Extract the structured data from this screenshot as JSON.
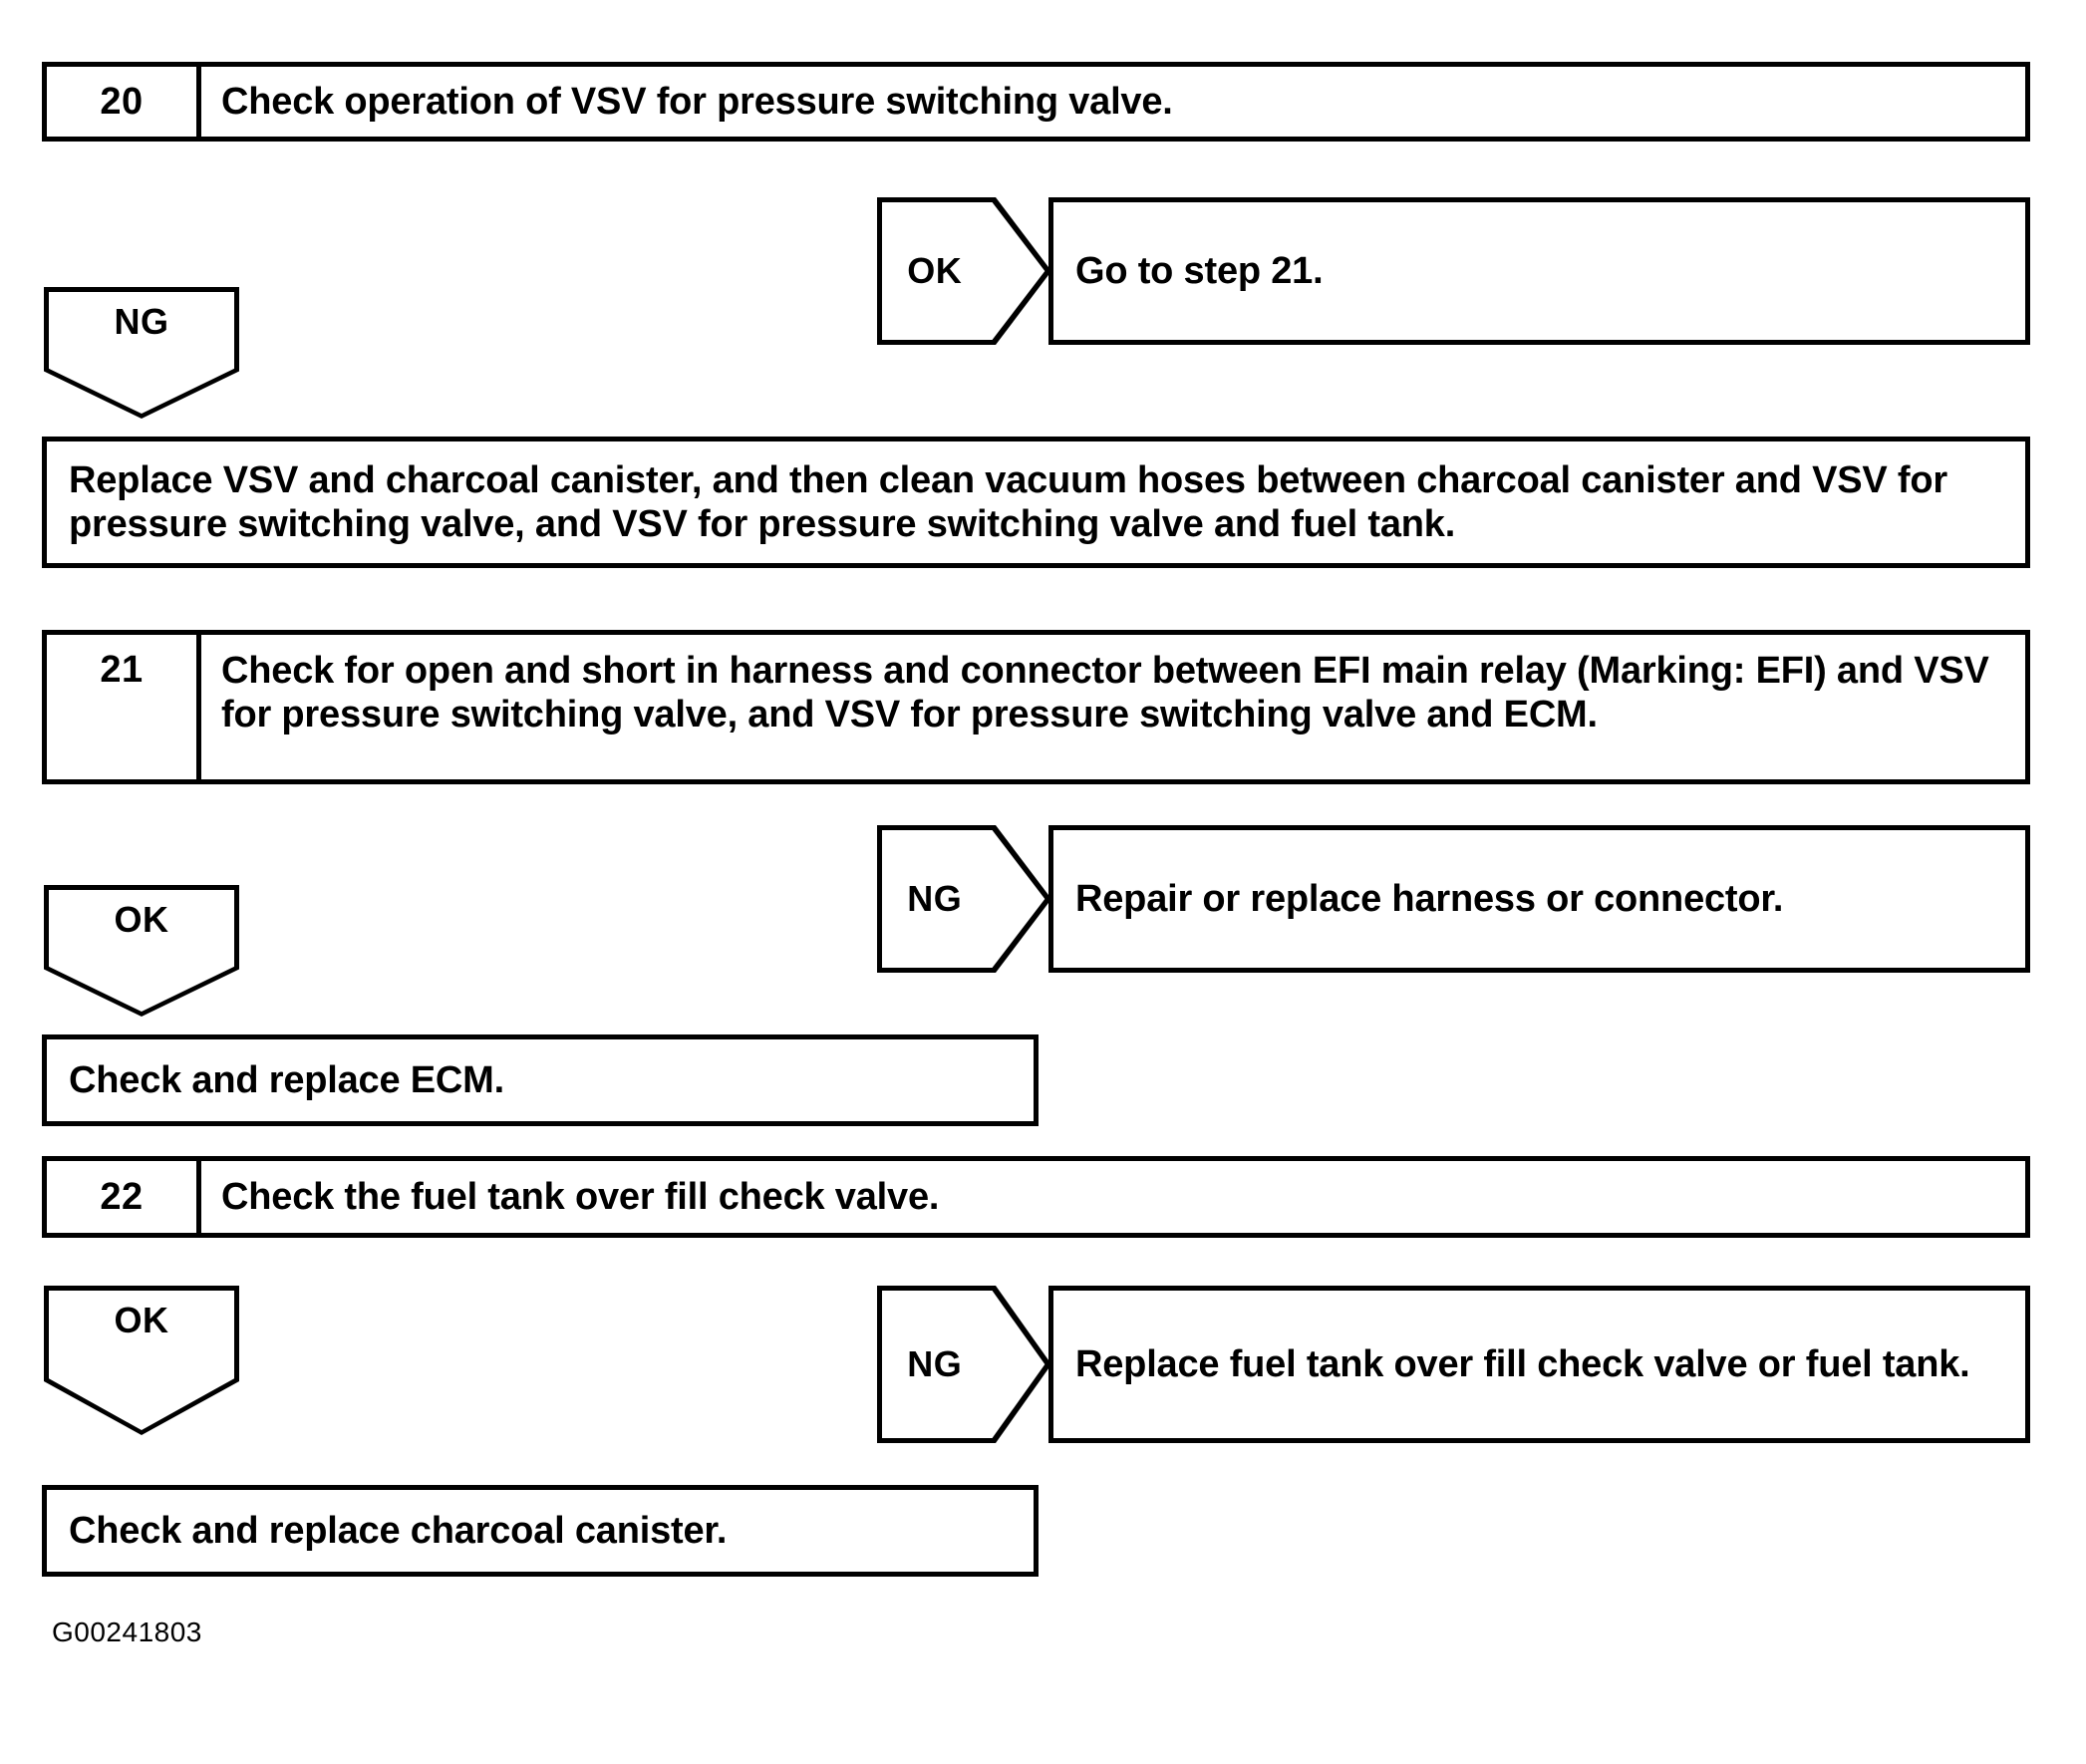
{
  "document": {
    "type": "diagnostic-troubleshooting-flowchart",
    "figure_code": "G00241803"
  },
  "steps": [
    {
      "number": "20",
      "instruction": "Check operation of VSV for pressure switching valve.",
      "branches": [
        {
          "judgement": "OK",
          "direction": "right",
          "result": "Go to step 21."
        },
        {
          "judgement": "NG",
          "direction": "down",
          "result": "Replace VSV and charcoal canister, and then clean vacuum hoses between charcoal canister and VSV for pressure switching valve, and VSV for pressure switching valve and fuel tank."
        }
      ]
    },
    {
      "number": "21",
      "instruction": "Check for open and short in harness and connector between EFI main relay (Marking: EFI) and VSV for pressure switching valve, and VSV for pressure switching valve and ECM.",
      "branches": [
        {
          "judgement": "NG",
          "direction": "right",
          "result": "Repair or replace harness or connector."
        },
        {
          "judgement": "OK",
          "direction": "down",
          "result": "Check and replace ECM."
        }
      ]
    },
    {
      "number": "22",
      "instruction": "Check the fuel tank over fill check valve.",
      "branches": [
        {
          "judgement": "NG",
          "direction": "right",
          "result": "Replace fuel tank over fill check valve or fuel tank."
        },
        {
          "judgement": "OK",
          "direction": "down",
          "result": "Check and replace charcoal canister."
        }
      ]
    }
  ],
  "colors": {
    "line": "#000000",
    "background": "#ffffff",
    "text": "#000000"
  }
}
